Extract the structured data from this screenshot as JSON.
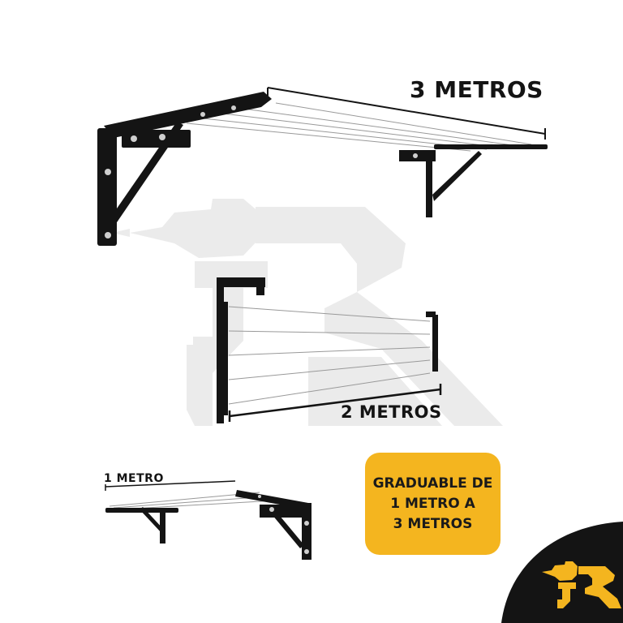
{
  "labels": {
    "three_meters": "3 METROS",
    "two_meters": "2 METROS",
    "one_meter": "1 METRO"
  },
  "promo": {
    "line1": "GRADUABLE DE",
    "line2": "1 METRO A",
    "line3": "3 METROS"
  },
  "colors": {
    "accent": "#f4b51f",
    "metal": "#141414",
    "watermark": "#ebebeb"
  },
  "icons": {
    "watermark": "j3-drill-logo",
    "corner_logo": "j3-drill-logo"
  }
}
